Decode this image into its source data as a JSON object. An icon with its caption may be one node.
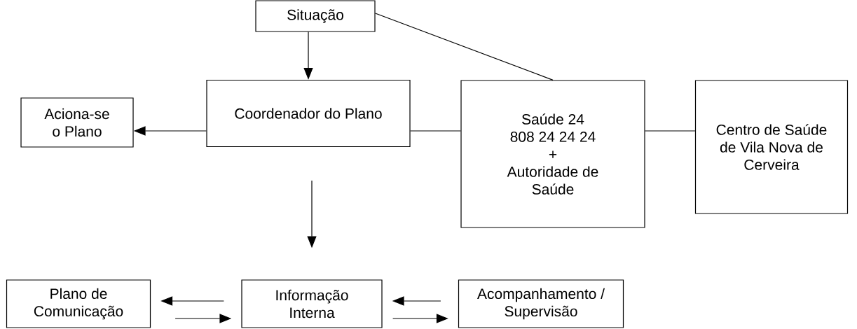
{
  "diagram": {
    "nodes": [
      {
        "text": [
          "Situação"
        ]
      },
      {
        "text": [
          "Aciona-se o Plano"
        ]
      },
      {
        "text": [
          "Coordenador do Plano"
        ]
      },
      {
        "text": [
          "Saúde 24",
          "808 24 24 24",
          "+",
          "Autoridade de Saúde"
        ]
      },
      {
        "text": [
          "Centro de Saúde de Vila Nova de Cerveira"
        ]
      },
      {
        "text": [
          "Plano de Comunicação"
        ]
      },
      {
        "text": [
          "Informação Interna"
        ]
      },
      {
        "text": [
          "Acompanhamento / Supervisão"
        ]
      }
    ],
    "edges": [
      {
        "from": 0,
        "to": 2,
        "arrow": "to"
      },
      {
        "from": 0,
        "to": 3,
        "arrow": "none"
      },
      {
        "from": 2,
        "to": 1,
        "arrow": "to"
      },
      {
        "from": 2,
        "to": 3,
        "arrow": "none"
      },
      {
        "from": 3,
        "to": 4,
        "arrow": "none"
      },
      {
        "from": 2,
        "to": 6,
        "arrow": "to"
      },
      {
        "from": 6,
        "to": 5,
        "arrow": "to"
      },
      {
        "from": 5,
        "to": 6,
        "arrow": "to"
      },
      {
        "from": 7,
        "to": 6,
        "arrow": "to"
      },
      {
        "from": 6,
        "to": 7,
        "arrow": "to"
      }
    ]
  }
}
